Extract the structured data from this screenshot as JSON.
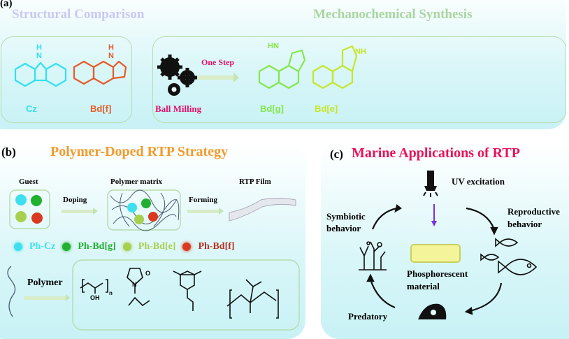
{
  "panel_a": {
    "label": "(a)",
    "structural_title": "Structural Comparison",
    "synthesis_title": "Mechanochemical Synthesis",
    "molecules": [
      {
        "name": "Cz",
        "atom": "H N",
        "color": "#33e0f0"
      },
      {
        "name": "Bd[f]",
        "atom": "H N",
        "color": "#e85a28"
      },
      {
        "name": "Bd[g]",
        "atom": "HN",
        "color": "#86e64a"
      },
      {
        "name": "Bd[e]",
        "atom": "NH",
        "color": "#c6e62a"
      }
    ],
    "ball_milling": "Ball Milling",
    "one_step": "One Step",
    "colors": {
      "structural": "#c9c9f2",
      "synthesis": "#a9d6a0",
      "ball_milling": "#e0106a",
      "one_step": "#e0106a"
    }
  },
  "panel_b": {
    "label": "(b)",
    "title": "Polymer-Doped RTP Strategy",
    "title_color": "#f39a2c",
    "guest": "Guest",
    "doping": "Doping",
    "polymer_matrix": "Polymer matrix",
    "forming": "Forming",
    "rtp_film": "RTP Film",
    "legend": [
      {
        "label": "Ph-Cz",
        "color": "#3ee0ee"
      },
      {
        "label": "Ph-Bd[g]",
        "color": "#22b030"
      },
      {
        "label": "Ph-Bd[e]",
        "color": "#a8d050"
      },
      {
        "label": "Ph-Bd[f]",
        "color": "#d83a20"
      }
    ],
    "polymer": "Polymer",
    "structure_labels": {
      "oh": "OH",
      "n": "N",
      "o": "O",
      "sub_n": "n"
    }
  },
  "panel_c": {
    "label": "(c)",
    "title": "Marine Applications of RTP",
    "title_color": "#e8145a",
    "uv": "UV excitation",
    "symbiotic_1": "Symbiotic",
    "symbiotic_2": "behavior",
    "reproductive_1": "Reproductive",
    "reproductive_2": "behavior",
    "material_1": "Phosphorescent",
    "material_2": "material",
    "predatory": "Predatory"
  }
}
